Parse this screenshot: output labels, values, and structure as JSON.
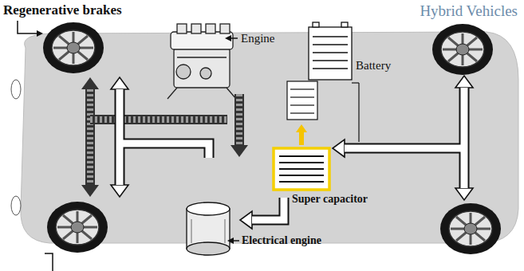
{
  "diagram": {
    "title": "Hybrid Vehicles",
    "labels": [
      "Regenerative brakes",
      "Engine",
      "Battery",
      "Super capacitor",
      "Electrical engine"
    ]
  }
}
